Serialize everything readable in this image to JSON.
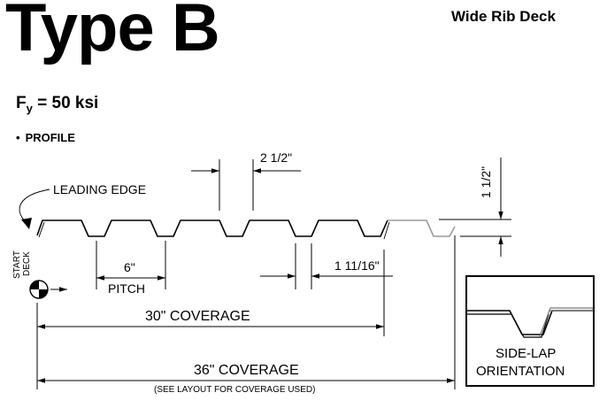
{
  "header": {
    "title": "Type B",
    "subtitle": "Wide Rib Deck"
  },
  "strength": {
    "label": "F",
    "subscript": "y",
    "value": " = 50 ksi"
  },
  "section": {
    "bullet": "•",
    "label": "PROFILE"
  },
  "dimensions": {
    "top_flange": "2 1/2\"",
    "depth": "1 1/2\"",
    "bottom_opening": "1 11/16\"",
    "pitch_value": "6\"",
    "pitch_label": "PITCH",
    "coverage_30": "30\" COVERAGE",
    "coverage_36": "36\" COVERAGE",
    "coverage_note": "(SEE LAYOUT FOR COVERAGE USED)"
  },
  "annotations": {
    "leading_edge": "LEADING EDGE",
    "start_line1": "START",
    "start_line2": "DECK",
    "sidelap_line1": "SIDE-LAP",
    "sidelap_line2": "ORIENTATION"
  }
}
